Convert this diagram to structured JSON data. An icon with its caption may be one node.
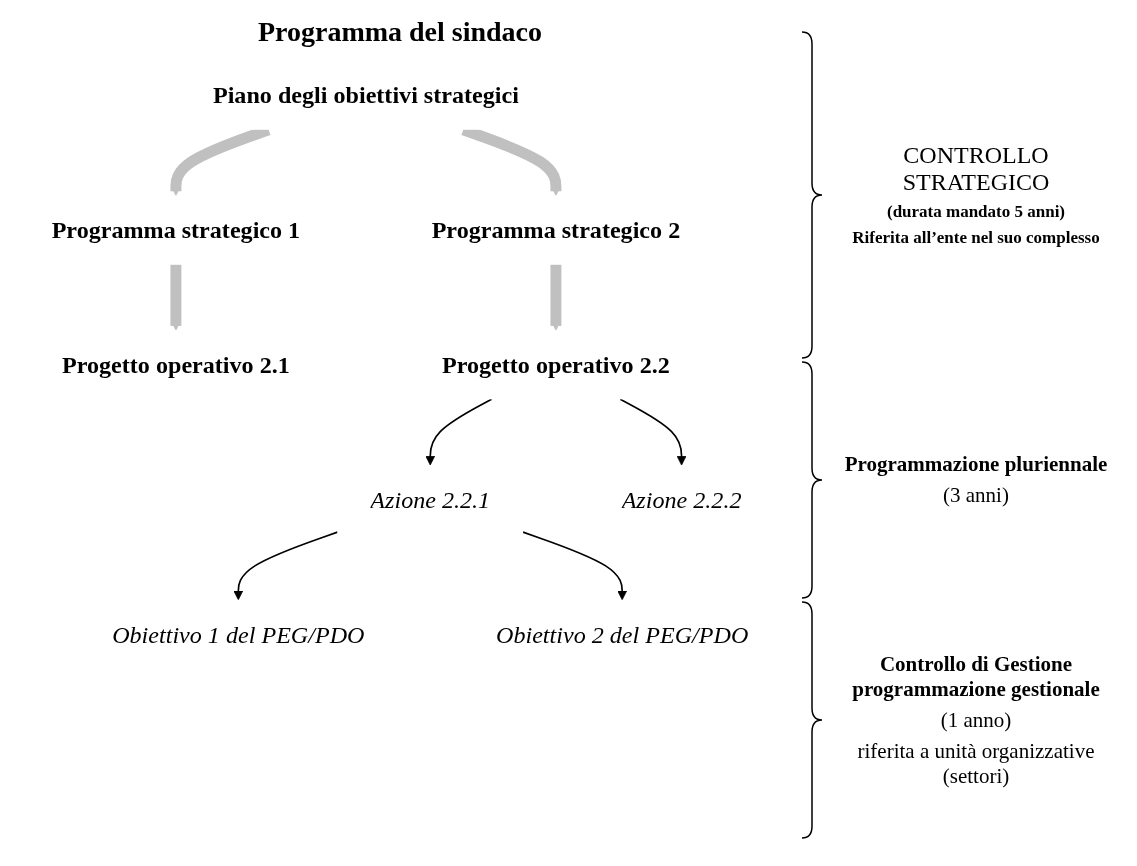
{
  "diagram": {
    "title": "Programma del sindaco",
    "nodes": [
      {
        "text": [
          "Piano degli obiettivi strategici"
        ]
      },
      {
        "text": [
          "Programma strategico 1"
        ]
      },
      {
        "text": [
          "Programma strategico 2"
        ]
      },
      {
        "text": [
          "Progetto operativo 2.1"
        ]
      },
      {
        "text": [
          "Progetto operativo 2.2"
        ]
      },
      {
        "text": [
          "Azione 2.2.1"
        ]
      },
      {
        "text": [
          "Azione 2.2.2"
        ]
      },
      {
        "text": [
          "Obiettivo 1 del PEG/PDO"
        ]
      },
      {
        "text": [
          "Obiettivo 2 del PEG/PDO"
        ]
      }
    ],
    "edges": [
      {
        "from": 0,
        "to": 1,
        "arrow": "to",
        "style": "thick",
        "color": "#c0c0c0"
      },
      {
        "from": 0,
        "to": 2,
        "arrow": "to",
        "style": "thick",
        "color": "#c0c0c0"
      },
      {
        "from": 1,
        "to": 3,
        "arrow": "to",
        "style": "thick",
        "color": "#c0c0c0"
      },
      {
        "from": 2,
        "to": 4,
        "arrow": "to",
        "style": "thick",
        "color": "#c0c0c0"
      },
      {
        "from": 4,
        "to": 5,
        "arrow": "to",
        "color": "#000000"
      },
      {
        "from": 4,
        "to": 6,
        "arrow": "to",
        "color": "#000000"
      },
      {
        "from": 5,
        "to": 7,
        "arrow": "to",
        "color": "#000000"
      },
      {
        "from": 5,
        "to": 8,
        "arrow": "to",
        "color": "#000000"
      }
    ],
    "labels": [
      "CONTROLLO STRATEGICO",
      "(durata mandato 5 anni)",
      "Riferita all’ente nel suo complesso",
      "Programmazione pluriennale",
      "(3 anni)",
      "Controllo di Gestione programmazione gestionale",
      "(1 anno)",
      "riferita a unità organizzative (settori)"
    ]
  }
}
